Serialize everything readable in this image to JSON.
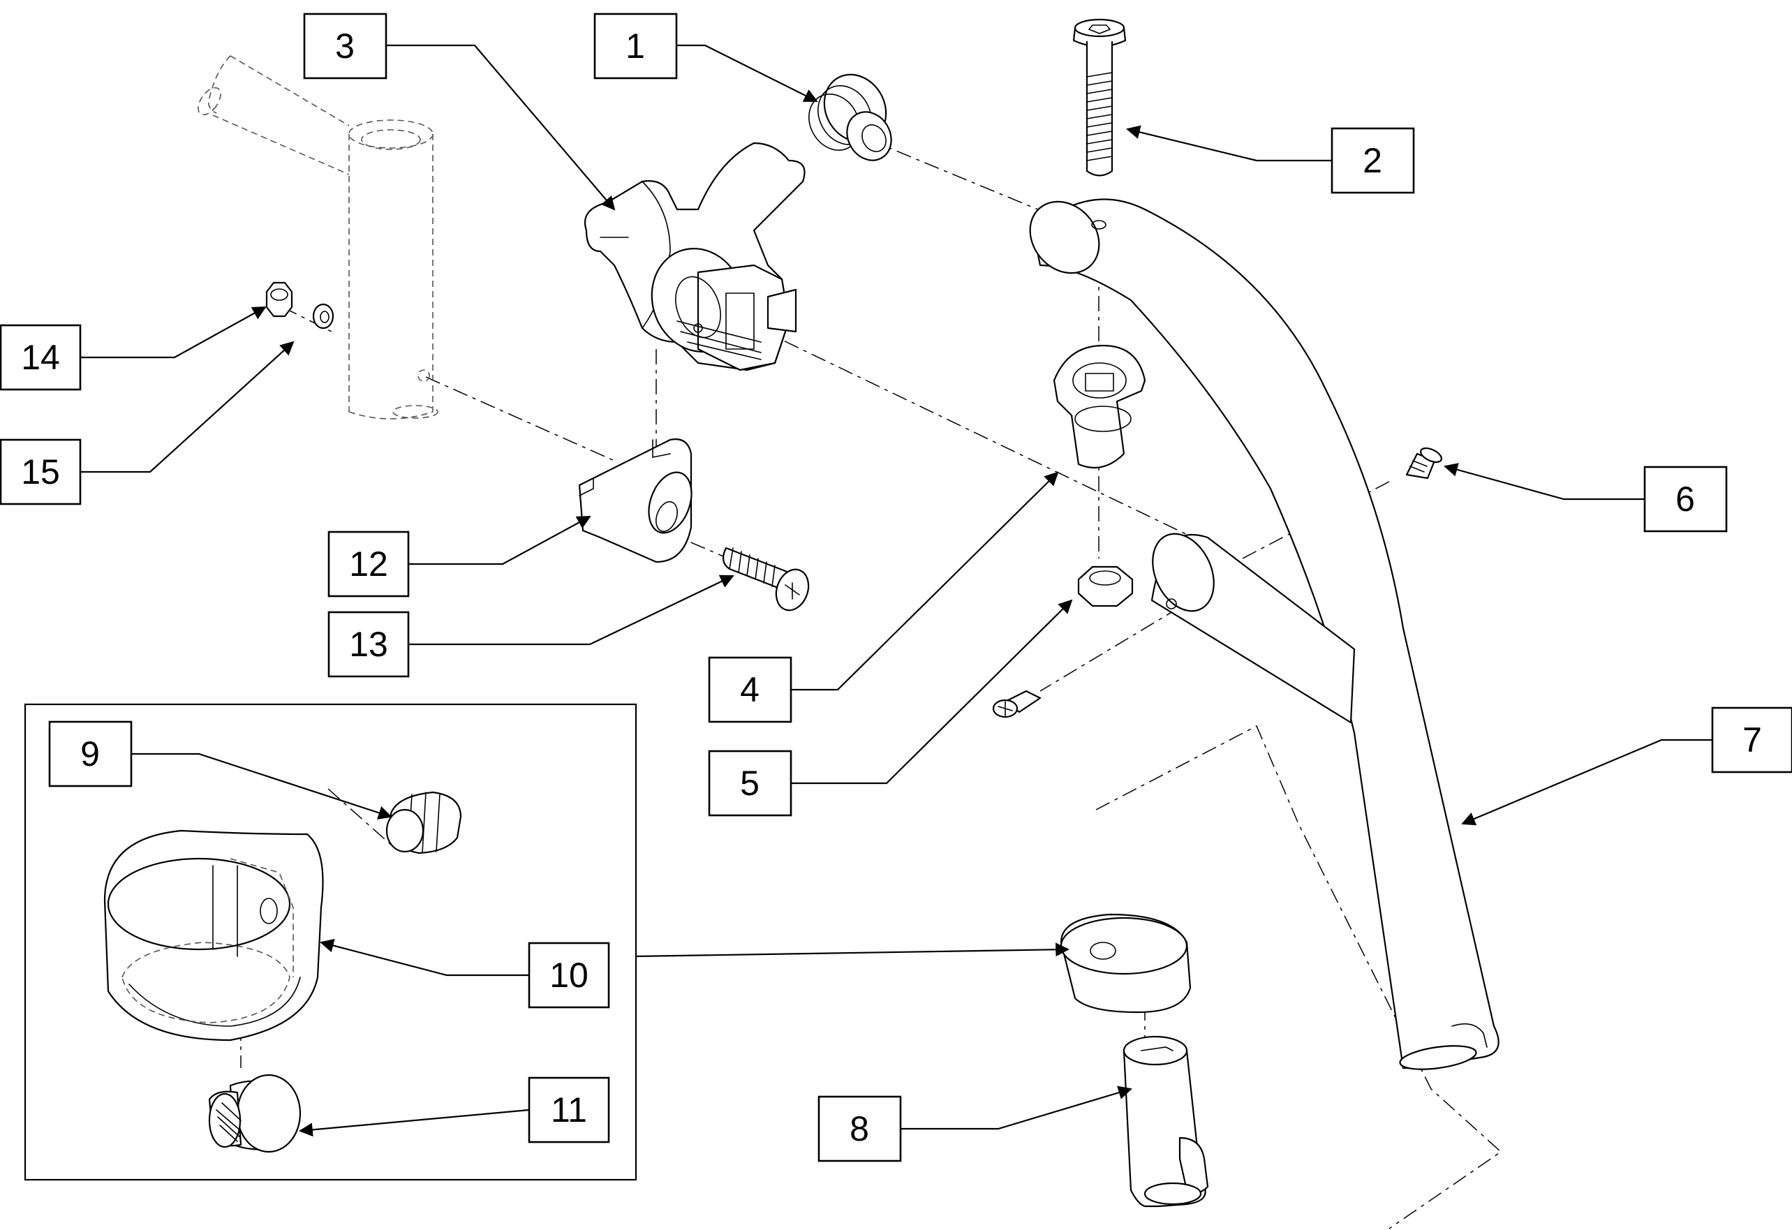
{
  "callouts": [
    "1",
    "2",
    "3",
    "4",
    "5",
    "6",
    "7",
    "8",
    "9",
    "10",
    "11",
    "12",
    "13",
    "14",
    "15"
  ]
}
